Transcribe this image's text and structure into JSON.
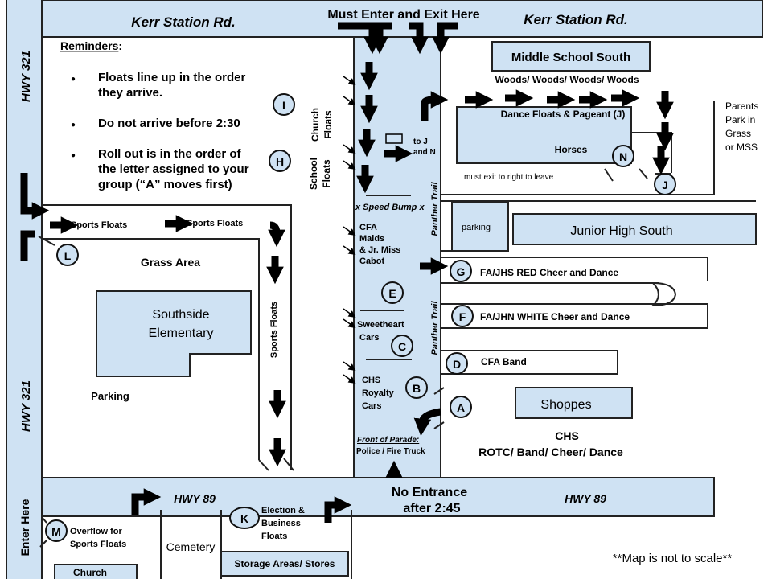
{
  "roads": {
    "top_left": "Kerr Station Rd.",
    "top_right": "Kerr Station Rd.",
    "top_center": "Must Enter and Exit Here",
    "left_upper": "HWY 321",
    "left_lower": "HWY 321",
    "left_entry": "Enter Here",
    "bottom_left": "HWY 89",
    "bottom_right": "HWY 89",
    "bottom_center": [
      "No Entrance",
      "after 2:45"
    ],
    "panther_upper": "Panther Trail",
    "panther_lower": "Panther Trail"
  },
  "reminders": {
    "title": "Reminders",
    "colon": ":",
    "bullet": "●",
    "items": [
      [
        "Floats line up in the order",
        "they arrive."
      ],
      [
        "Do not arrive before 2:30"
      ],
      [
        "Roll out is in the order of",
        "the letter assigned to your",
        "group (“A” moves first)"
      ]
    ]
  },
  "labels": {
    "church_floats": [
      "Church",
      "Floats"
    ],
    "school_floats": [
      "School",
      "Floats"
    ],
    "to_j_n": [
      "to J",
      "and N"
    ],
    "speed_bump": "x Speed Bump x",
    "cfa_maids": [
      "CFA",
      "Maids",
      " & Jr. Miss",
      "Cabot"
    ],
    "sweetheart": [
      "Sweetheart",
      "Cars"
    ],
    "chs_royalty": [
      "CHS",
      "Royalty",
      "Cars"
    ],
    "front_title": "Front of Parade:",
    "front_value": "Police / Fire Truck",
    "middle_school": "Middle School South",
    "woods": "Woods/ Woods/ Woods/ Woods",
    "dance": "Dance Floats & Pageant (J)",
    "horses": "Horses",
    "must_exit": "must exit to right to leave",
    "parents": [
      "Parents",
      "Park in",
      "Grass",
      "or MSS"
    ],
    "parking_small": "parking",
    "junior_high": "Junior High South",
    "g_row": "FA/JHS RED Cheer and Dance",
    "f_row": "FA/JHN WHITE Cheer and Dance",
    "d_row": "CFA Band",
    "shoppes": "Shoppes",
    "chs": "CHS",
    "rotc": "ROTC/ Band/ Cheer/ Dance",
    "sports_floats_1": "Sports Floats",
    "sports_floats_2": "Sports Floats",
    "sports_floats_v": "Sports Floats",
    "grass_area": "Grass Area",
    "southside": [
      "Southside",
      "Elementary"
    ],
    "parking": "Parking",
    "election": [
      "Election &",
      "Business",
      "Floats"
    ],
    "overflow": [
      "Overflow for",
      "Sports Floats"
    ],
    "cemetery": "Cemetery",
    "storage": "Storage Areas/ Stores",
    "church": "Church",
    "not_to_scale": "**Map is not to scale**"
  },
  "markers": [
    "A",
    "B",
    "C",
    "D",
    "E",
    "F",
    "G",
    "H",
    "I",
    "J",
    "K",
    "L",
    "M",
    "N"
  ],
  "colors": {
    "fill": "#cfe2f3",
    "line": "#222222"
  }
}
